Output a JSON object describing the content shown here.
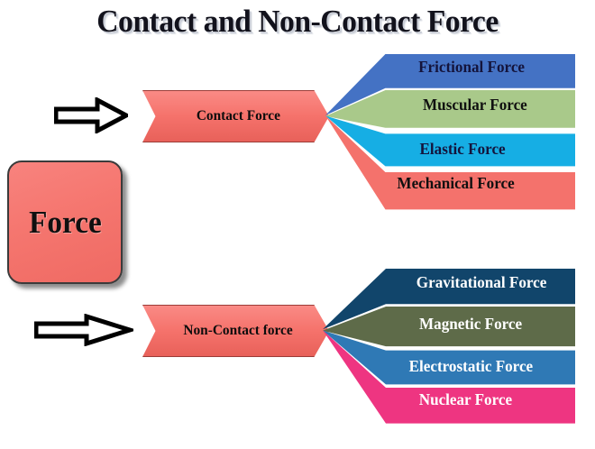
{
  "page": {
    "title": "Contact and Non-Contact Force",
    "background_color": "#ffffff"
  },
  "root": {
    "label": "Force",
    "color": "#f5766f"
  },
  "arrows": [
    {
      "name": "arrow-to-contact-force",
      "glyph": "right-block-arrow"
    },
    {
      "name": "arrow-to-non-contact-force",
      "glyph": "right-block-arrow"
    }
  ],
  "branches": [
    {
      "id": "contact",
      "label": "Contact Force",
      "color": "#f5726b",
      "children": [
        {
          "label": "Frictional Force",
          "color": "#4472c4",
          "text_color": "#14143c"
        },
        {
          "label": "Muscular Force",
          "color": "#a9c98a",
          "text_color": "#101010"
        },
        {
          "label": "Elastic Force",
          "color": "#16aee4",
          "text_color": "#14143c"
        },
        {
          "label": "Mechanical Force",
          "color": "#f4726c",
          "text_color": "#101010"
        }
      ]
    },
    {
      "id": "non-contact",
      "label": "Non-Contact force",
      "color": "#f5726b",
      "children": [
        {
          "label": "Gravitational Force",
          "color": "#11456b",
          "text_color": "#ffffff"
        },
        {
          "label": "Magnetic Force",
          "color": "#5e6b49",
          "text_color": "#ffffff"
        },
        {
          "label": "Electrostatic Force",
          "color": "#2f79b5",
          "text_color": "#ffffff"
        },
        {
          "label": "Nuclear Force",
          "color": "#ee3581",
          "text_color": "#ffffff"
        }
      ]
    }
  ]
}
